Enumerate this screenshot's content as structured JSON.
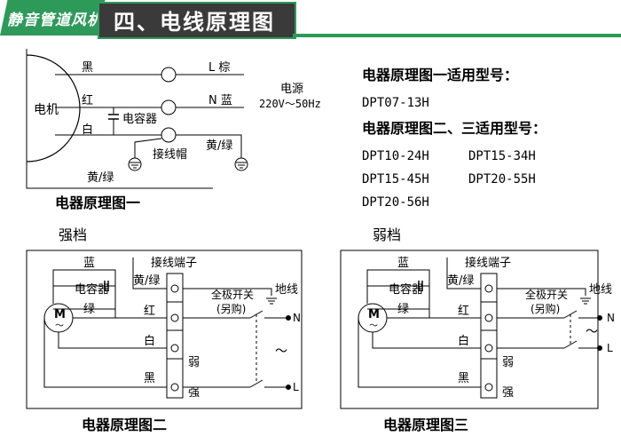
{
  "header": {
    "brand": "静音管道风机",
    "title": "四、电线原理图"
  },
  "diagram1": {
    "motor": "电机",
    "black": "黑",
    "red": "红",
    "white": "白",
    "capacitor": "电容器",
    "terminal_cap": "接线帽",
    "yellow_green": "黄/绿",
    "yellow_green_right": "黄/绿",
    "L": "L 棕",
    "N": "N 蓝",
    "power_label": "电源",
    "power_value": "220V～50Hz",
    "caption": "电器原理图一"
  },
  "models": {
    "line1": "电器原理图一适用型号：",
    "model1": "DPT07-13H",
    "line2": "电器原理图二、三适用型号：",
    "row1a": "DPT10-24H",
    "row1b": "DPT15-34H",
    "row2a": "DPT15-45H",
    "row2b": "DPT20-55H",
    "row3a": "DPT20-56H"
  },
  "diagram2": {
    "heading": "强档",
    "blue": "蓝",
    "capacitor": "电容器",
    "green": "绿",
    "terminal_block": "接线端子",
    "yellow_green": "黄/绿",
    "red": "红",
    "white": "白",
    "black": "黑",
    "weak": "弱",
    "strong": "强",
    "switch": "全极开关",
    "switch_note": "(另购)",
    "ground": "地线",
    "N": "N",
    "L": "L",
    "tilde": "～",
    "motor": "M",
    "caption": "电器原理图二"
  },
  "diagram3": {
    "heading": "弱档",
    "blue": "蓝",
    "capacitor": "电容器",
    "green": "绿",
    "terminal_block": "接线端子",
    "yellow_green": "黄/绿",
    "red": "红",
    "white": "白",
    "black": "黑",
    "weak": "弱",
    "strong": "强",
    "switch": "全极开关",
    "switch_note": "(另购)",
    "ground": "地线",
    "N": "N",
    "L": "L",
    "tilde": "～",
    "motor": "M",
    "caption": "电器原理图三"
  },
  "colors": {
    "accent": "#2e9a5a",
    "title_bg": "#3a3a3a",
    "line": "#000000"
  }
}
